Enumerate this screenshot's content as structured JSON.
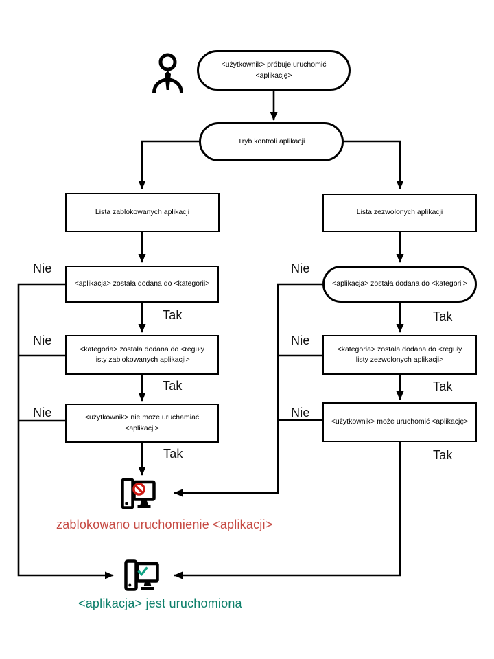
{
  "flowchart": {
    "start": "<użytkownik> próbuje uruchomić <aplikację>",
    "mode": "Tryb kontroli aplikacji",
    "no_label": "Nie",
    "yes_label": "Tak",
    "blocked_branch": {
      "list": "Lista zablokowanych aplikacji",
      "added_to_category": "<aplikacja> została dodana do <kategorii>",
      "category_in_rule": "<kategoria> została dodana do <reguły listy zablokowanych aplikacji>",
      "user_outcome": "<użytkownik> nie może uruchamiać <aplikacji>",
      "result": "zablokowano uruchomienie <aplikacji>"
    },
    "allowed_branch": {
      "list": "Lista zezwolonych aplikacji",
      "added_to_category": "<aplikacja> została dodana do <kategorii>",
      "category_in_rule": "<kategoria> została dodana do <reguły listy zezwolonych aplikacji>",
      "user_outcome": "<użytkownik> może uruchomić <aplikację>",
      "result": "<aplikacja> jest uruchomiona"
    },
    "colors": {
      "blocked_text": "#c64a43",
      "allowed_text": "#0d7f6a",
      "prohibition_icon": "#cc1a14",
      "check_icon": "#12a384",
      "line": "#000000"
    },
    "icons": {
      "user": "user-icon",
      "blocked_computer": "computer-blocked-icon",
      "allowed_computer": "computer-allowed-icon"
    }
  }
}
